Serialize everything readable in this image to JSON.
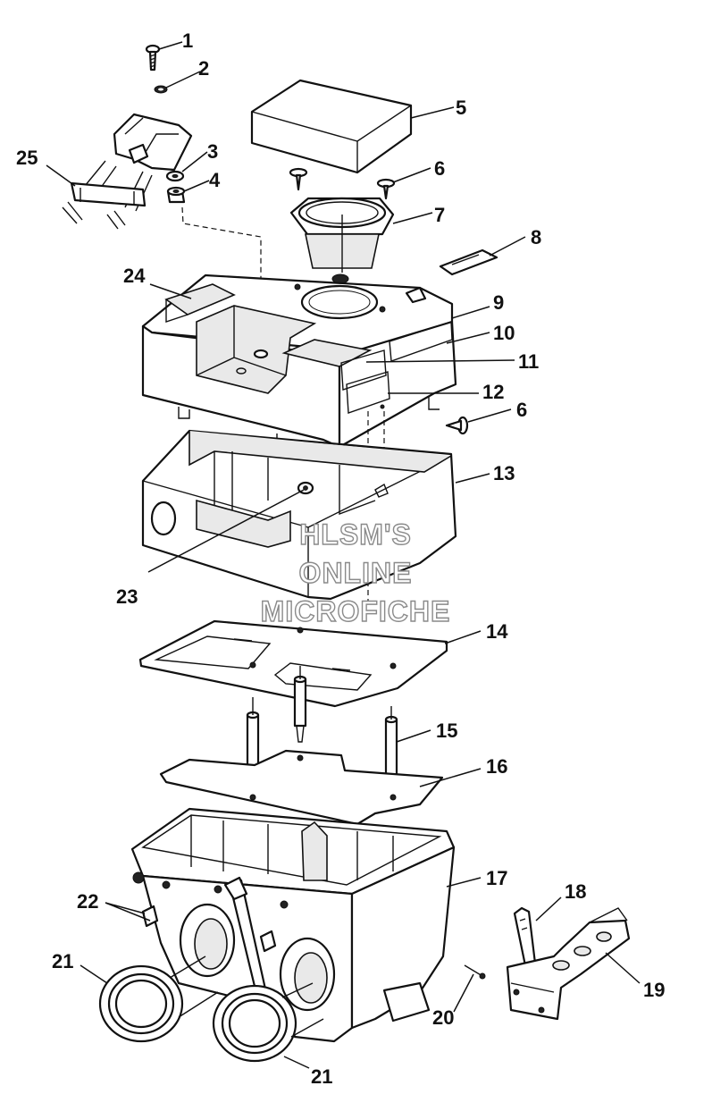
{
  "watermark": {
    "line1": "HLSM'S",
    "line2": "ONLINE",
    "line3": "MICROFICHE"
  },
  "callouts": [
    {
      "id": "c1",
      "label": "1"
    },
    {
      "id": "c2",
      "label": "2"
    },
    {
      "id": "c3",
      "label": "3"
    },
    {
      "id": "c4",
      "label": "4"
    },
    {
      "id": "c5",
      "label": "5"
    },
    {
      "id": "c6a",
      "label": "6"
    },
    {
      "id": "c7",
      "label": "7"
    },
    {
      "id": "c8",
      "label": "8"
    },
    {
      "id": "c9",
      "label": "9"
    },
    {
      "id": "c10",
      "label": "10"
    },
    {
      "id": "c11",
      "label": "11"
    },
    {
      "id": "c12",
      "label": "12"
    },
    {
      "id": "c6b",
      "label": "6"
    },
    {
      "id": "c13",
      "label": "13"
    },
    {
      "id": "c14",
      "label": "14"
    },
    {
      "id": "c15",
      "label": "15"
    },
    {
      "id": "c16",
      "label": "16"
    },
    {
      "id": "c17",
      "label": "17"
    },
    {
      "id": "c18",
      "label": "18"
    },
    {
      "id": "c19",
      "label": "19"
    },
    {
      "id": "c20",
      "label": "20"
    },
    {
      "id": "c21a",
      "label": "21"
    },
    {
      "id": "c21b",
      "label": "21"
    },
    {
      "id": "c22",
      "label": "22"
    },
    {
      "id": "c23",
      "label": "23"
    },
    {
      "id": "c24",
      "label": "24"
    },
    {
      "id": "c25",
      "label": "25"
    }
  ]
}
